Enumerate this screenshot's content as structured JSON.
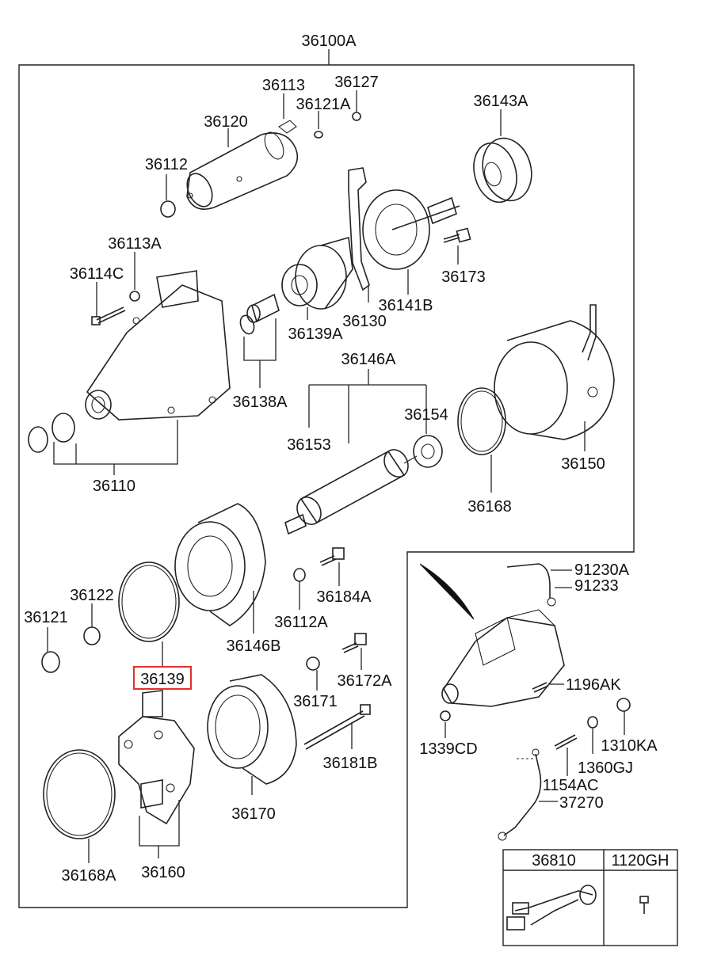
{
  "assembly": {
    "number": "36100A"
  },
  "parts": {
    "p36113": "36113",
    "p36127": "36127",
    "p36121A": "36121A",
    "p36120": "36120",
    "p36143A": "36143A",
    "p36112": "36112",
    "p36113A": "36113A",
    "p36114C": "36114C",
    "p36173": "36173",
    "p36141B": "36141B",
    "p36130": "36130",
    "p36139A": "36139A",
    "p36138A": "36138A",
    "p36146A": "36146A",
    "p36154": "36154",
    "p36153": "36153",
    "p36150": "36150",
    "p36110": "36110",
    "p36168": "36168",
    "p36122": "36122",
    "p36121": "36121",
    "p36184A": "36184A",
    "p36112A": "36112A",
    "p36146B": "36146B",
    "p36139": "36139",
    "p36172A": "36172A",
    "p36171": "36171",
    "p36181B": "36181B",
    "p36170": "36170",
    "p36168A": "36168A",
    "p36160": "36160",
    "p91230A": "91230A",
    "p91233": "91233",
    "p1196AK": "1196AK",
    "p1339CD": "1339CD",
    "p1310KA": "1310KA",
    "p1360GJ": "1360GJ",
    "p1154AC": "1154AC",
    "p37270": "37270"
  },
  "table": {
    "col1": "36810",
    "col2": "1120GH"
  },
  "highlight": {
    "part": "36139",
    "color": "#e03030"
  }
}
